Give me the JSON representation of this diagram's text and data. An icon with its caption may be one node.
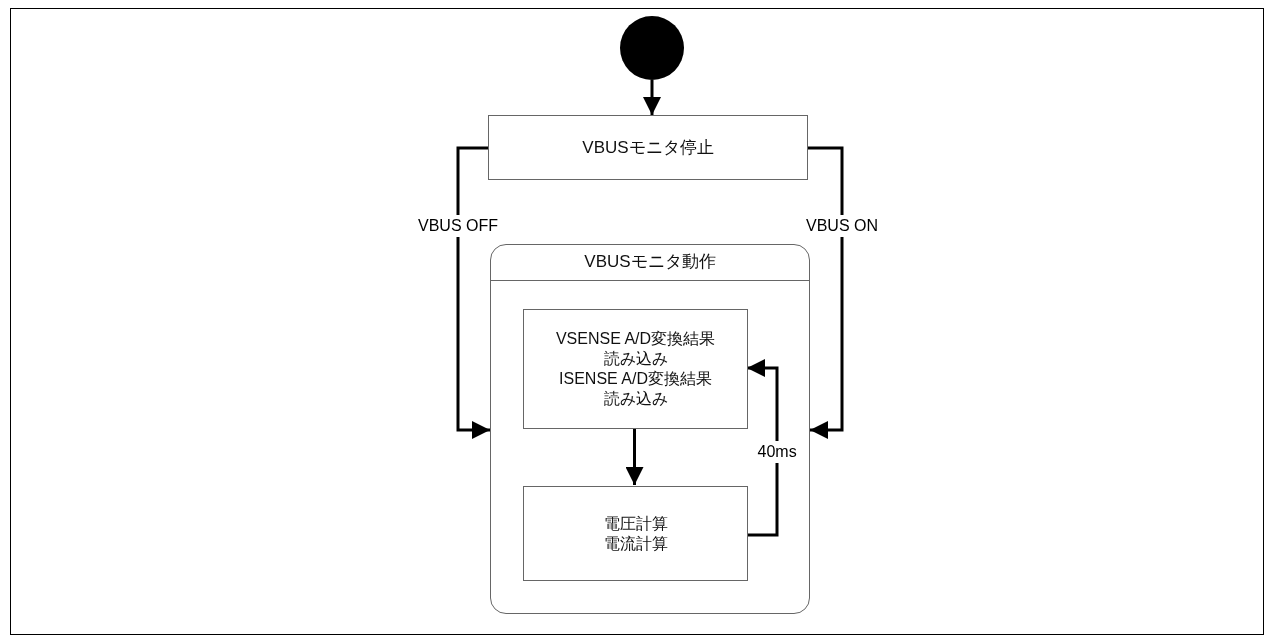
{
  "diagram": {
    "nodes": [
      {
        "text": [],
        "shape": "circle"
      },
      {
        "text": [
          "VBUSモニタ停止"
        ]
      },
      {
        "text": [
          "VBUSモニタ動作"
        ]
      },
      {
        "text": [
          "VSENSE A/D変換結果読み込み",
          "ISENSE A/D変換結果読み込み"
        ],
        "in": 2
      },
      {
        "text": [
          "電圧計算電流計算"
        ],
        "in": 2
      }
    ],
    "edges": [
      {
        "from": 0,
        "to": 1,
        "arrow": "to"
      },
      {
        "from": 1,
        "to": 2,
        "arrow": "to",
        "label": "VBUS OFF"
      },
      {
        "from": 1,
        "to": 2,
        "arrow": "to",
        "label": "VBUS ON"
      },
      {
        "from": 3,
        "to": 4,
        "arrow": "to"
      },
      {
        "from": 4,
        "to": 3,
        "arrow": "to",
        "label": "40ms"
      }
    ]
  }
}
